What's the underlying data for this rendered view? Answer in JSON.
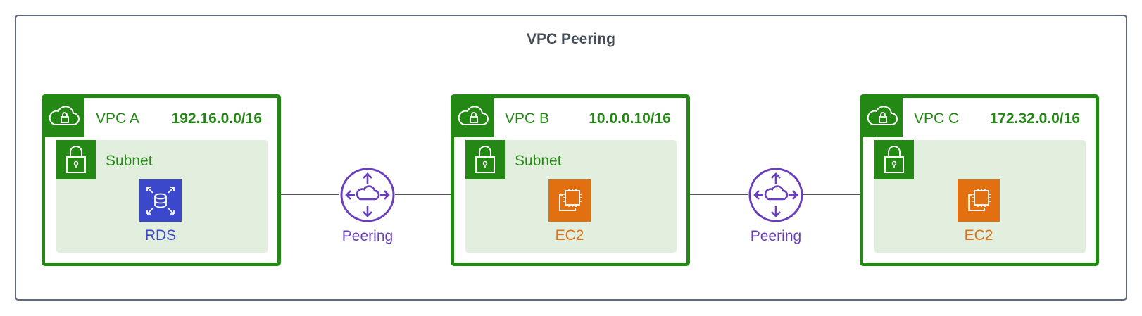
{
  "title": "VPC Peering",
  "vpcs": [
    {
      "name": "VPC A",
      "cidr": "192.16.0.0/16",
      "subnet_label": "Subnet",
      "service": "RDS"
    },
    {
      "name": "VPC B",
      "cidr": "10.0.0.10/16",
      "subnet_label": "Subnet",
      "service": "EC2"
    },
    {
      "name": "VPC C",
      "cidr": "172.32.0.0/16",
      "subnet_label": "",
      "service": "EC2"
    }
  ],
  "peerings": [
    {
      "label": "Peering"
    },
    {
      "label": "Peering"
    }
  ],
  "colors": {
    "vpc_green": "#248814",
    "subnet_fill": "#e2efdf",
    "rds_blue": "#3b48cc",
    "ec2_orange": "#e26f10",
    "peering_purple": "#6a3fbd",
    "frame_gray": "#5b6a7d",
    "arrow_gray": "#555555"
  },
  "icons": {
    "vpc_badge": "cloud-lock-icon",
    "subnet_badge": "padlock-icon",
    "rds": "database-icon",
    "ec2": "chip-instance-icon",
    "peering": "router-cloud-icon"
  }
}
